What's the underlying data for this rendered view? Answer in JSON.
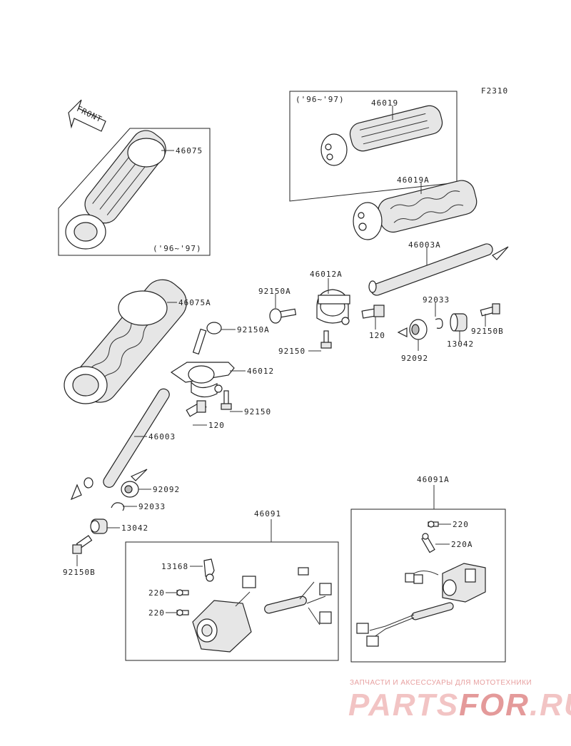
{
  "figure_code": "F2310",
  "front_label": "FRONT",
  "year_note_right": "('96~'97)",
  "year_note_left": "('96~'97)",
  "parts": {
    "p46019": "46019",
    "p46019A": "46019A",
    "p46075": "46075",
    "p46003A": "46003A",
    "p46012A": "46012A",
    "p92150A_1": "92150A",
    "p46075A": "46075A",
    "p92033_r": "92033",
    "p92150A_2": "92150A",
    "p120_r": "120",
    "p92150_r": "92150",
    "p13042_r": "13042",
    "p92150B_r": "92150B",
    "p92092_r": "92092",
    "p46012": "46012",
    "p92150_l": "92150",
    "p120_l": "120",
    "p46003": "46003",
    "p92092_l": "92092",
    "p92033_l": "92033",
    "p13042_l": "13042",
    "p92150B_l": "92150B",
    "p46091A": "46091A",
    "p46091": "46091",
    "p220_r": "220",
    "p220A": "220A",
    "p13168": "13168",
    "p220_l1": "220",
    "p220_l2": "220"
  },
  "watermark": {
    "tagline": "ЗАПЧАСТИ И АКСЕССУАРЫ ДЛЯ МОТОТЕХНИКИ",
    "logo_a": "PARTS",
    "logo_b": "FOR",
    "logo_c": ".RU"
  }
}
